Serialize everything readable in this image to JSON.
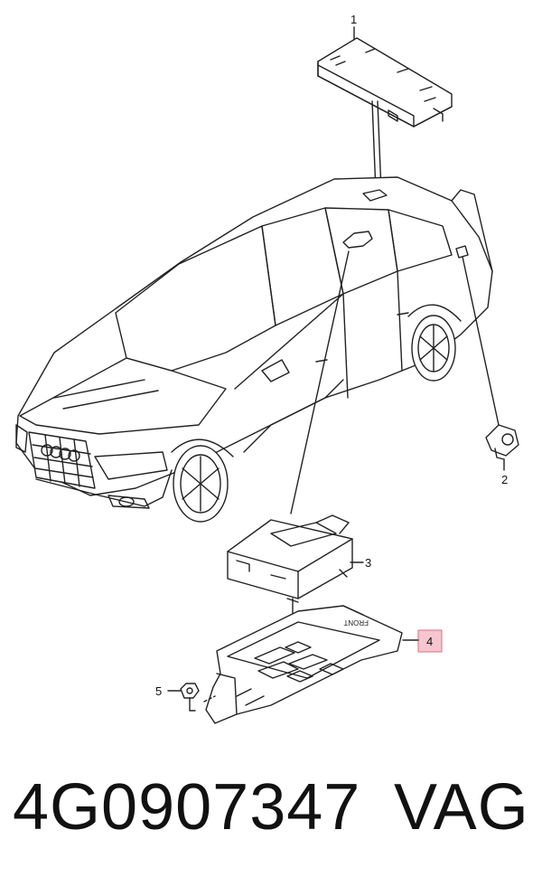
{
  "diagram": {
    "callouts": [
      {
        "id": "1",
        "label": "1"
      },
      {
        "id": "2",
        "label": "2"
      },
      {
        "id": "3",
        "label": "3"
      },
      {
        "id": "4",
        "label": "4"
      },
      {
        "id": "5",
        "label": "5"
      }
    ],
    "highlight_color": "#f5c6cf",
    "highlight_border": "#d9707f"
  },
  "footer": {
    "part_number": "4G0907347",
    "brand": "VAG"
  }
}
